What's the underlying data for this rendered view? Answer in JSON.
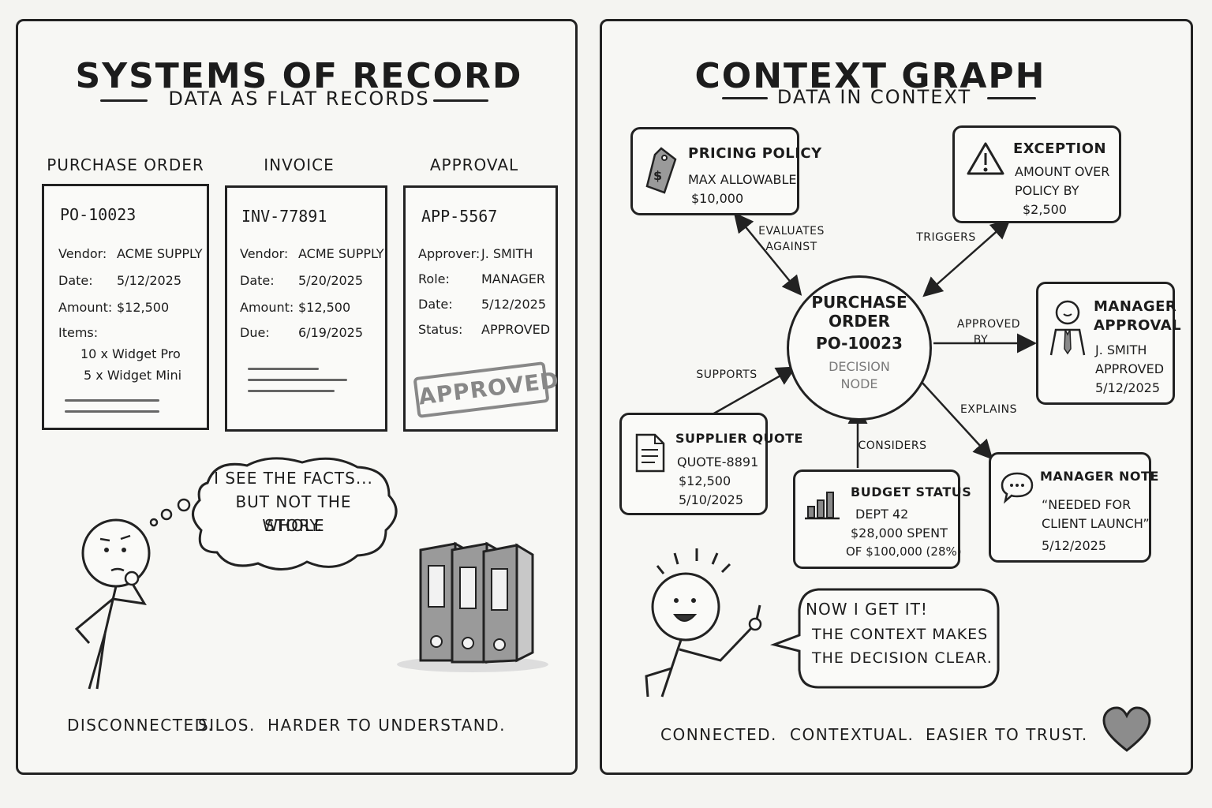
{
  "left": {
    "title": "SYSTEMS OF RECORD",
    "subtitle": "DATA AS FLAT RECORDS",
    "documents": [
      {
        "heading": "PURCHASE ORDER",
        "id": "PO-10023",
        "rows": [
          {
            "k": "Vendor:",
            "v": "ACME SUPPLY"
          },
          {
            "k": "Date:",
            "v": "5/12/2025"
          },
          {
            "k": "Amount:",
            "v": "$12,500"
          },
          {
            "k": "Items:",
            "v": ""
          }
        ],
        "items": [
          "10 x  Widget Pro",
          "5 x  Widget Mini"
        ]
      },
      {
        "heading": "INVOICE",
        "id": "INV-77891",
        "rows": [
          {
            "k": "Vendor:",
            "v": "ACME SUPPLY"
          },
          {
            "k": "Date:",
            "v": "5/20/2025"
          },
          {
            "k": "Amount:",
            "v": "$12,500"
          },
          {
            "k": "Due:",
            "v": "6/19/2025"
          }
        ]
      },
      {
        "heading": "APPROVAL",
        "id": "APP-5567",
        "rows": [
          {
            "k": "Approver:",
            "v": "J. SMITH"
          },
          {
            "k": "Role:",
            "v": "MANAGER"
          },
          {
            "k": "Date:",
            "v": "5/12/2025"
          },
          {
            "k": "Status:",
            "v": "APPROVED"
          }
        ],
        "stamp": "APPROVED"
      }
    ],
    "thought": [
      "I SEE THE FACTS...",
      "BUT NOT THE WHOLE",
      "STORY."
    ],
    "tagline": [
      "DISCONNECTED.",
      "SILOS.",
      "HARDER TO UNDERSTAND."
    ]
  },
  "right": {
    "title": "CONTEXT GRAPH",
    "subtitle": "DATA IN CONTEXT",
    "center": {
      "lines": [
        "PURCHASE",
        "ORDER",
        "PO-10023"
      ],
      "sub": [
        "DECISION",
        "NODE"
      ]
    },
    "nodes": {
      "pricing": {
        "title": "PRICING POLICY",
        "lines": [
          "MAX ALLOWABLE",
          "$10,000"
        ],
        "icon": "price-tag-icon"
      },
      "exception": {
        "title": "EXCEPTION",
        "lines": [
          "AMOUNT OVER",
          "POLICY BY",
          "$2,500"
        ],
        "icon": "warning-icon"
      },
      "manager_approval": {
        "title": [
          "MANAGER",
          "APPROVAL"
        ],
        "lines": [
          "J. SMITH",
          "APPROVED",
          "5/12/2025"
        ],
        "icon": "person-icon"
      },
      "supplier": {
        "title": "SUPPLIER QUOTE",
        "lines": [
          "QUOTE-8891",
          "$12,500",
          "5/10/2025"
        ],
        "icon": "document-icon"
      },
      "budget": {
        "title": "BUDGET STATUS",
        "lines": [
          "DEPT 42",
          "$28,000 SPENT",
          "OF $100,000 (28%)"
        ],
        "icon": "bar-chart-icon"
      },
      "note": {
        "title": "MANAGER NOTE",
        "lines": [
          "“NEEDED FOR",
          "CLIENT LAUNCH”",
          "5/12/2025"
        ],
        "icon": "chat-icon"
      }
    },
    "edges": {
      "evaluates": [
        "EVALUATES",
        "AGAINST"
      ],
      "triggers": "TRIGGERS",
      "approved_by": [
        "APPROVED",
        "BY"
      ],
      "supports": "SUPPORTS",
      "considers": "CONSIDERS",
      "explains": "EXPLAINS"
    },
    "speech": [
      "NOW I GET IT!",
      "THE CONTEXT MAKES",
      "THE DECISION CLEAR."
    ],
    "tagline": [
      "CONNECTED.",
      "CONTEXTUAL.",
      "EASIER TO TRUST."
    ]
  },
  "colors": {
    "ink": "#222222",
    "gray": "#8a8a8a",
    "paper": "#f7f7f4"
  }
}
